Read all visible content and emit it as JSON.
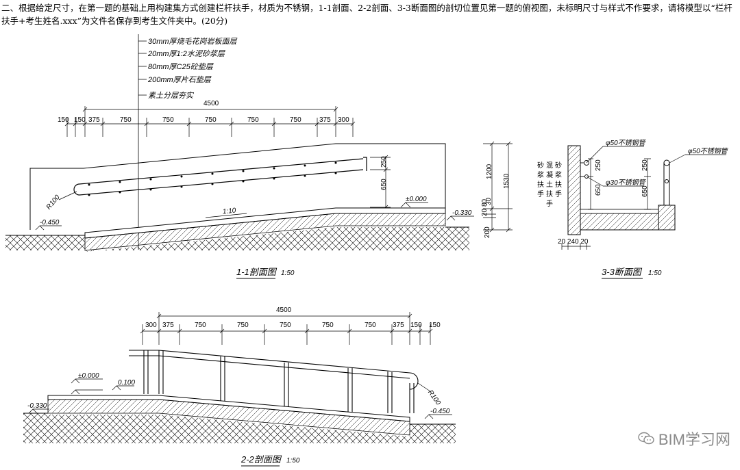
{
  "question": "二、根据给定尺寸，在第一题的基础上用构建集方式创建栏杆扶手，材质为不锈钢，1-1剖面、2-2剖面、3-3断面图的剖切位置见第一题的俯视图，未标明尺寸与样式不作要求，请将模型以“栏杆扶手+考生姓名.xxx”为文件名保存到考生文件夹中。(20分)",
  "layers": [
    "30mm厚烧毛花岗岩板面层",
    "20mm厚1:2水泥砂浆层",
    "80mm厚C25砼垫层",
    "200mm厚片石垫层",
    "素土分层夯实"
  ],
  "section11": {
    "total": "4500",
    "dims": [
      "150",
      "150",
      "375",
      "750",
      "750",
      "750",
      "750",
      "750",
      "375",
      "300"
    ],
    "rail_gap": "250",
    "rail_height": "650",
    "radius": "R100",
    "slope": "1:10",
    "level_top": "±0.000",
    "level_low": "-0.450",
    "level_right": "-0.330",
    "right_dims": [
      "1200",
      "1530",
      "80",
      "20",
      "30",
      "200"
    ],
    "title": "1-1剖面图",
    "scale": "1:50"
  },
  "section33": {
    "pipe50": "φ50不锈钢管",
    "pipe50b": "φ50不锈钢管",
    "pipe30": "φ30不锈钢管",
    "d250a": "250",
    "d650a": "650",
    "d250b": "250",
    "d650b": "650",
    "left_text": [
      "砂",
      "浆",
      "扶",
      "手"
    ],
    "mid_text": [
      "混",
      "凝",
      "土",
      "扶",
      "手"
    ],
    "right_text": [
      "砂",
      "浆",
      "扶",
      "手"
    ],
    "bottom_dims": "20 240 20",
    "title": "3-3断面图",
    "scale": "1:50"
  },
  "section22": {
    "total": "4500",
    "dims": [
      "300",
      "375",
      "750",
      "750",
      "750",
      "750",
      "750",
      "375",
      "150",
      "150"
    ],
    "radius": "R100",
    "level_top": "±0.000",
    "level_mid": "0.100",
    "level_left": "-0.330",
    "level_right": "-0.450",
    "title": "2-2剖面图",
    "scale": "1:50"
  },
  "watermark": "BIM学习网",
  "icons": [
    "wechat-icon"
  ]
}
